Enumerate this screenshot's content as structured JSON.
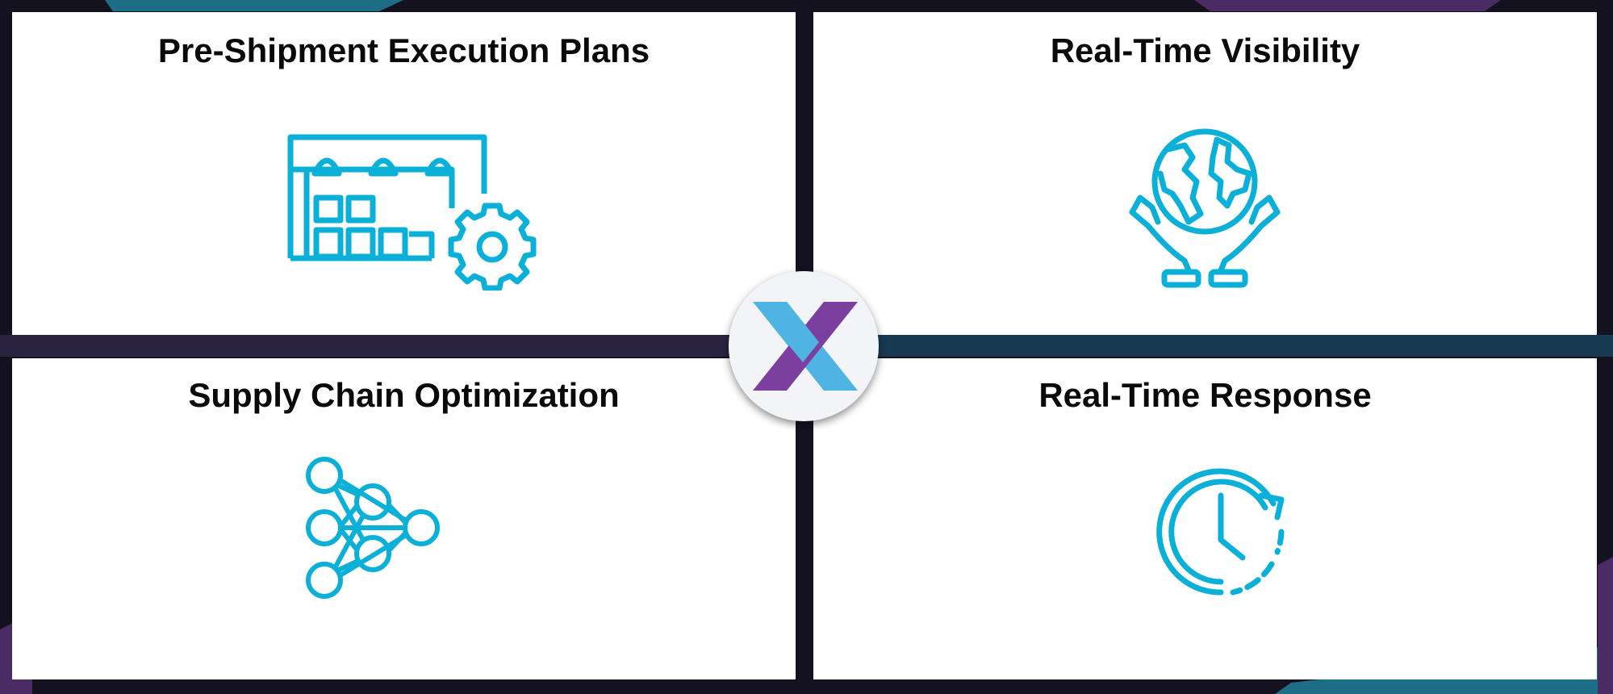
{
  "colors": {
    "background": "#15121f",
    "panel": "#ffffff",
    "icon_stroke": "#0ab0d8",
    "logo_blue": "#4fb4e3",
    "logo_purple": "#7b3fa0",
    "accent_teal": "#1e6d86",
    "accent_purple": "#4a2b63"
  },
  "panels": [
    {
      "title": "Pre-Shipment Execution Plans",
      "icon": "warehouse-gear-icon"
    },
    {
      "title": "Real-Time Visibility",
      "icon": "globe-hands-icon"
    },
    {
      "title": "Supply Chain Optimization",
      "icon": "network-nodes-icon"
    },
    {
      "title": "Real-Time Response",
      "icon": "clock-refresh-icon"
    }
  ],
  "center_logo": {
    "icon": "x-logo-icon"
  }
}
